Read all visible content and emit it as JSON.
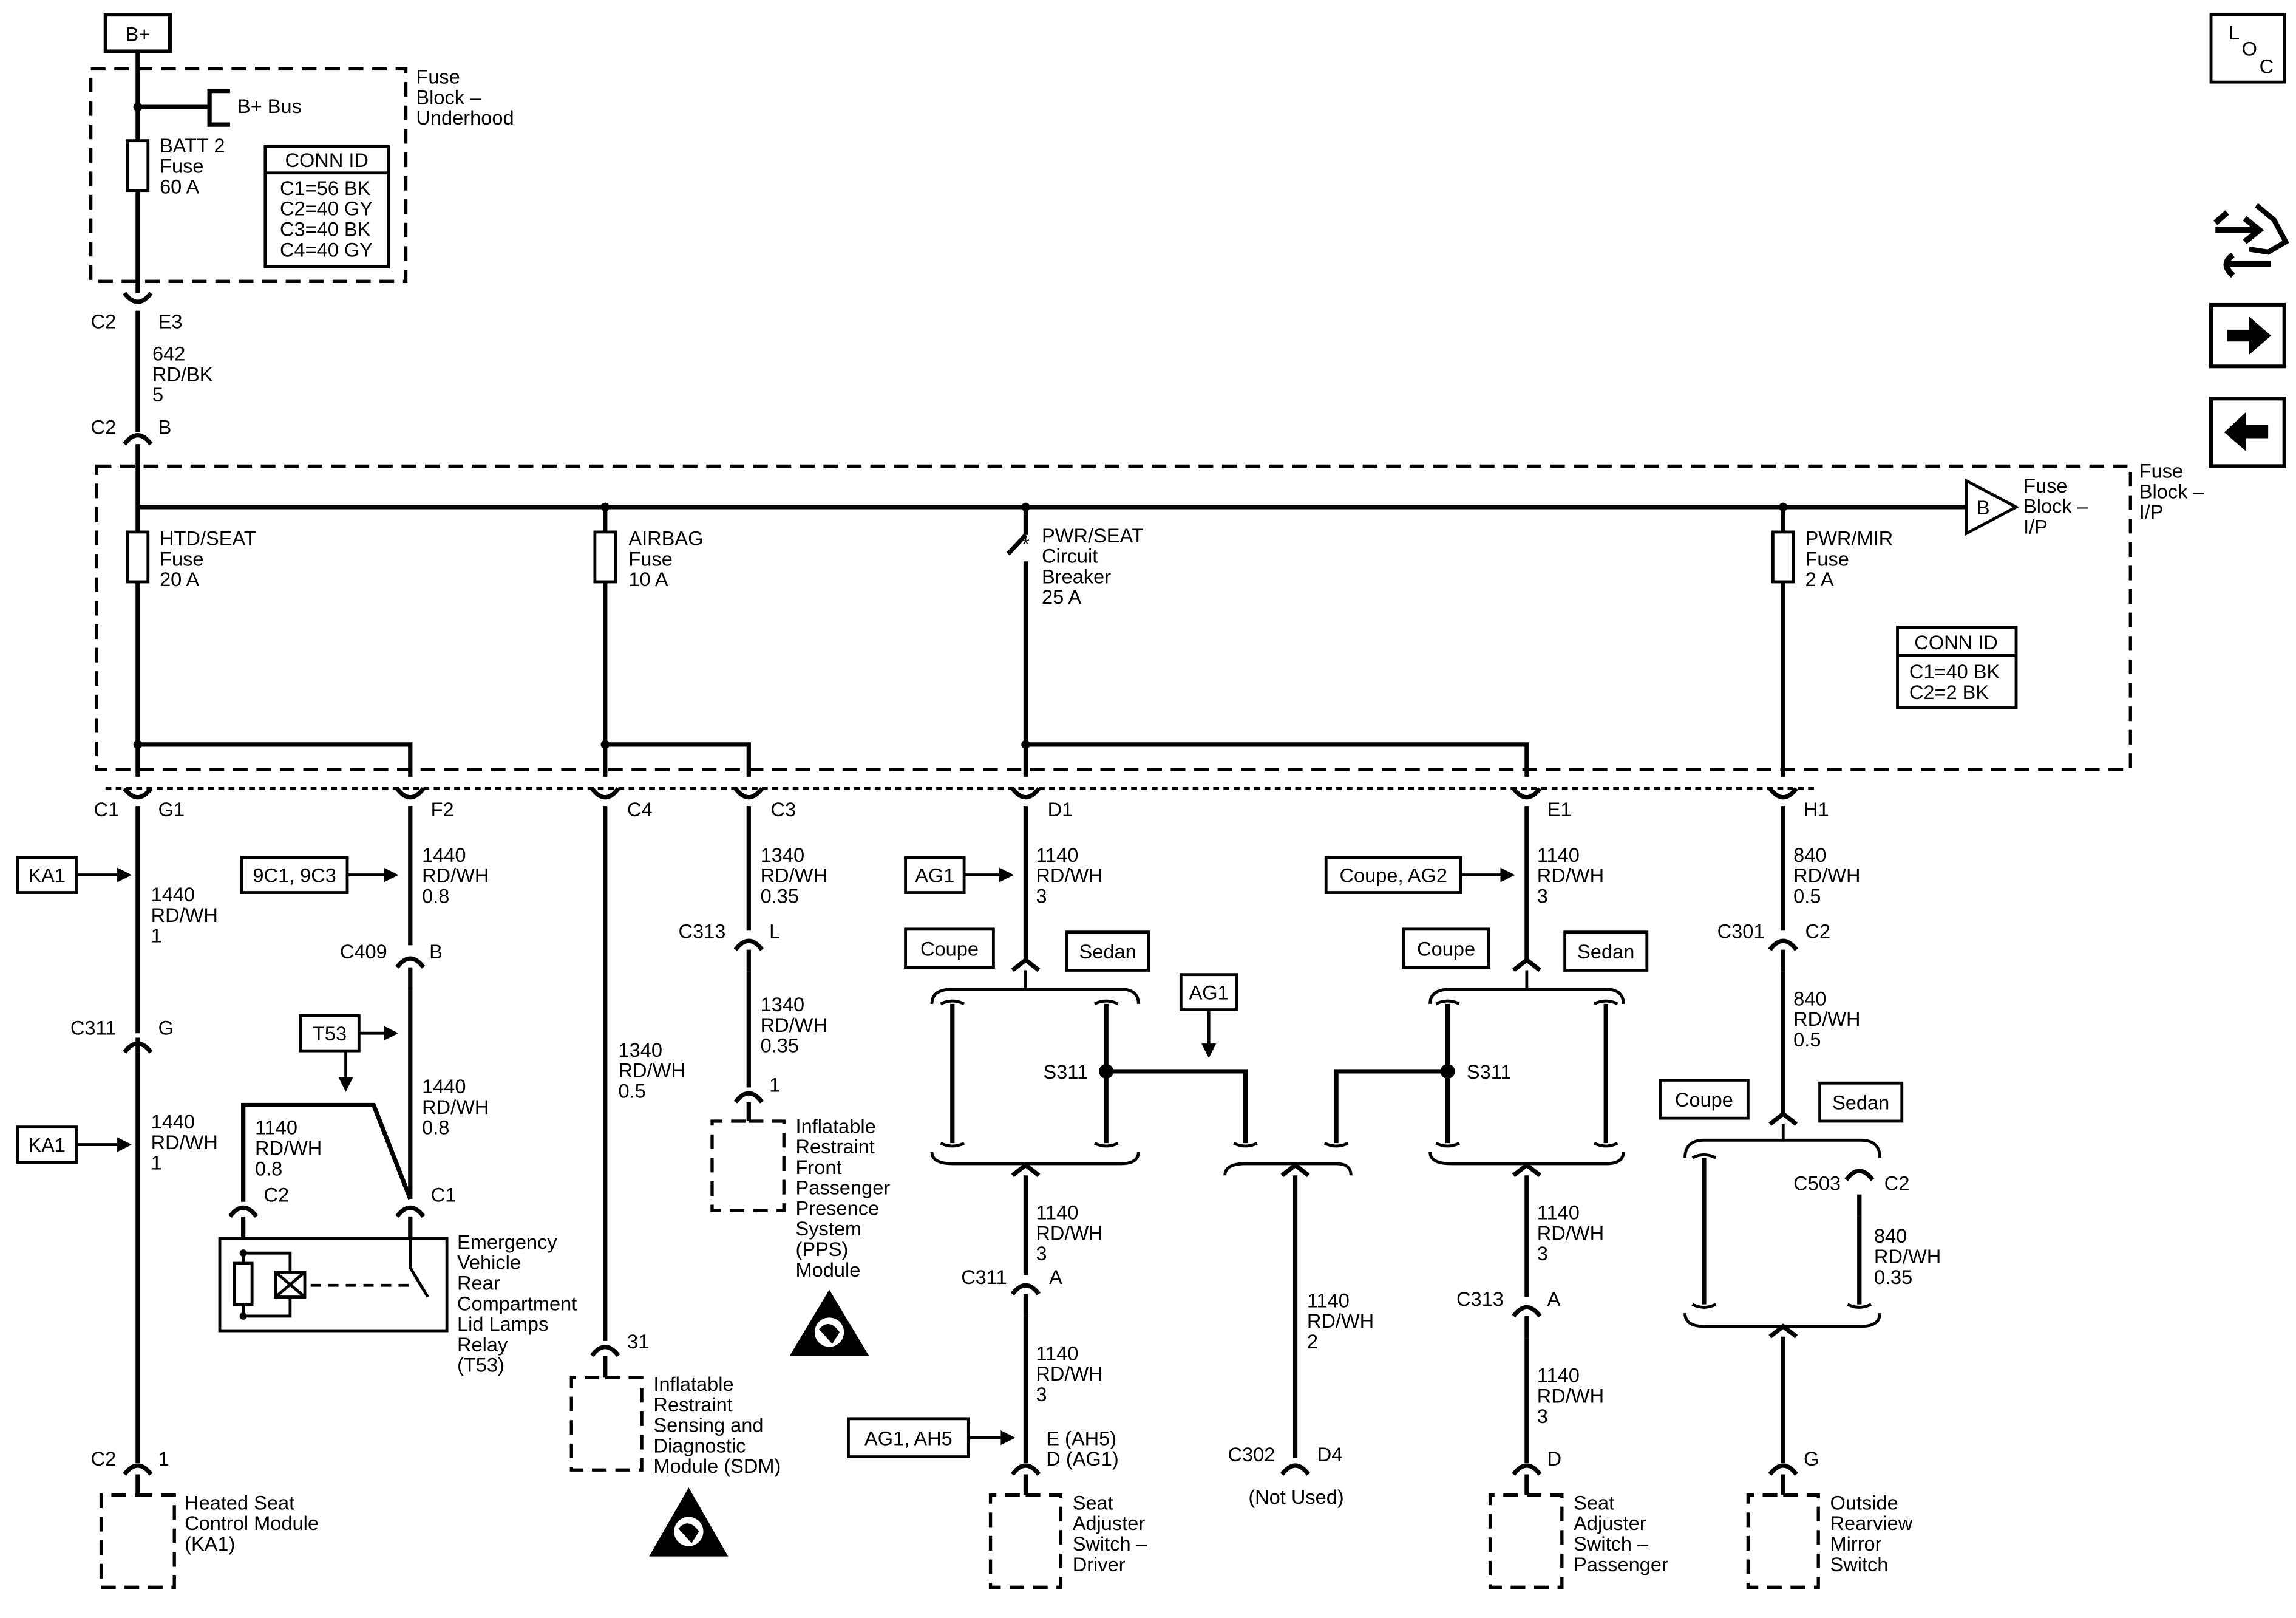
{
  "power": {
    "source": "B+",
    "bus": "B+ Bus"
  },
  "underhood": {
    "title": [
      "Fuse",
      "Block –",
      "Underhood"
    ],
    "fuse": [
      "BATT 2",
      "Fuse",
      "60 A"
    ],
    "conn_title": "CONN ID",
    "conn": [
      "C1=56 BK",
      "C2=40 GY",
      "C3=40 BK",
      "C4=40 GY"
    ]
  },
  "top_conn": {
    "a_conn": "C2",
    "a_pin": "E3",
    "wire": [
      "642",
      "RD/BK",
      "5"
    ],
    "b_conn": "C2",
    "b_pin": "B"
  },
  "ip": {
    "title": [
      "Fuse",
      "Block –",
      "I/P"
    ],
    "bus_label": [
      "Fuse",
      "Block –",
      "I/P"
    ],
    "bus_pin": "B",
    "conn_title": "CONN ID",
    "conn": [
      "C1=40 BK",
      "C2=2 BK"
    ],
    "fuse_htd": [
      "HTD/SEAT",
      "Fuse",
      "20 A"
    ],
    "fuse_airbag": [
      "AIRBAG",
      "Fuse",
      "10 A"
    ],
    "cb_pwrseat": [
      "PWR/SEAT",
      "Circuit",
      "Breaker",
      "25 A"
    ],
    "fuse_pwrmir": [
      "PWR/MIR",
      "Fuse",
      "2 A"
    ]
  },
  "pins": {
    "c1": "C1",
    "g1": "G1",
    "f2": "F2",
    "c4": "C4",
    "c3": "C3",
    "d1": "D1",
    "e1": "E1",
    "h1": "H1"
  },
  "refs": {
    "ka1a": "KA1",
    "ka1b": "KA1",
    "n9c": "9C1, 9C3",
    "t53": "T53",
    "ag1a": "AG1",
    "coupe_ag2": "Coupe, AG2",
    "ag1b": "AG1",
    "ag1ah5": "AG1, AH5"
  },
  "options": {
    "coupe": "Coupe",
    "sedan": "Sedan"
  },
  "wires": {
    "w1440_1": [
      "1440",
      "RD/WH",
      "1"
    ],
    "w1440_08": [
      "1440",
      "RD/WH",
      "0.8"
    ],
    "w1140_08": [
      "1140",
      "RD/WH",
      "0.8"
    ],
    "w1340_05": [
      "1340",
      "RD/WH",
      "0.5"
    ],
    "w1340_035": [
      "1340",
      "RD/WH",
      "0.35"
    ],
    "w1140_3": [
      "1140",
      "RD/WH",
      "3"
    ],
    "w1140_2": [
      "1140",
      "RD/WH",
      "2"
    ],
    "w840_05": [
      "840",
      "RD/WH",
      "0.5"
    ],
    "w840_035": [
      "840",
      "RD/WH",
      "0.35"
    ]
  },
  "connectors": {
    "c311": "C311",
    "g": "G",
    "c409": "C409",
    "b": "B",
    "c2": "C2",
    "c1": "C1",
    "c313": "C313",
    "l": "L",
    "one": "1",
    "thirtyone": "31",
    "a": "A",
    "c302": "C302",
    "d4": "D4",
    "not_used": "(Not Used)",
    "d": "D",
    "c301": "C301",
    "c503": "C503",
    "e_ah5": "E (AH5)",
    "d_ag1": "D (AG1)",
    "s311": "S311"
  },
  "components": {
    "heated_seat": [
      "Heated Seat",
      "Control Module",
      "(KA1)"
    ],
    "relay": [
      "Emergency",
      "Vehicle",
      "Rear",
      "Compartment",
      "Lid Lamps",
      "Relay",
      "(T53)"
    ],
    "sdm": [
      "Inflatable",
      "Restraint",
      "Sensing and",
      "Diagnostic",
      "Module (SDM)"
    ],
    "pps": [
      "Inflatable",
      "Restraint",
      "Front",
      "Passenger",
      "Presence",
      "System",
      "(PPS)",
      "Module"
    ],
    "seat_driver": [
      "Seat",
      "Adjuster",
      "Switch –",
      "Driver"
    ],
    "seat_pass": [
      "Seat",
      "Adjuster",
      "Switch –",
      "Passenger"
    ],
    "mirror": [
      "Outside",
      "Rearview",
      "Mirror",
      "Switch"
    ]
  },
  "nav": {
    "loc_l": "L",
    "loc_o": "O",
    "loc_c": "C"
  },
  "icons": [
    "loc-icon",
    "component-locator-icon",
    "next-page-arrow-icon",
    "previous-page-arrow-icon",
    "airbag-warning-icon"
  ]
}
